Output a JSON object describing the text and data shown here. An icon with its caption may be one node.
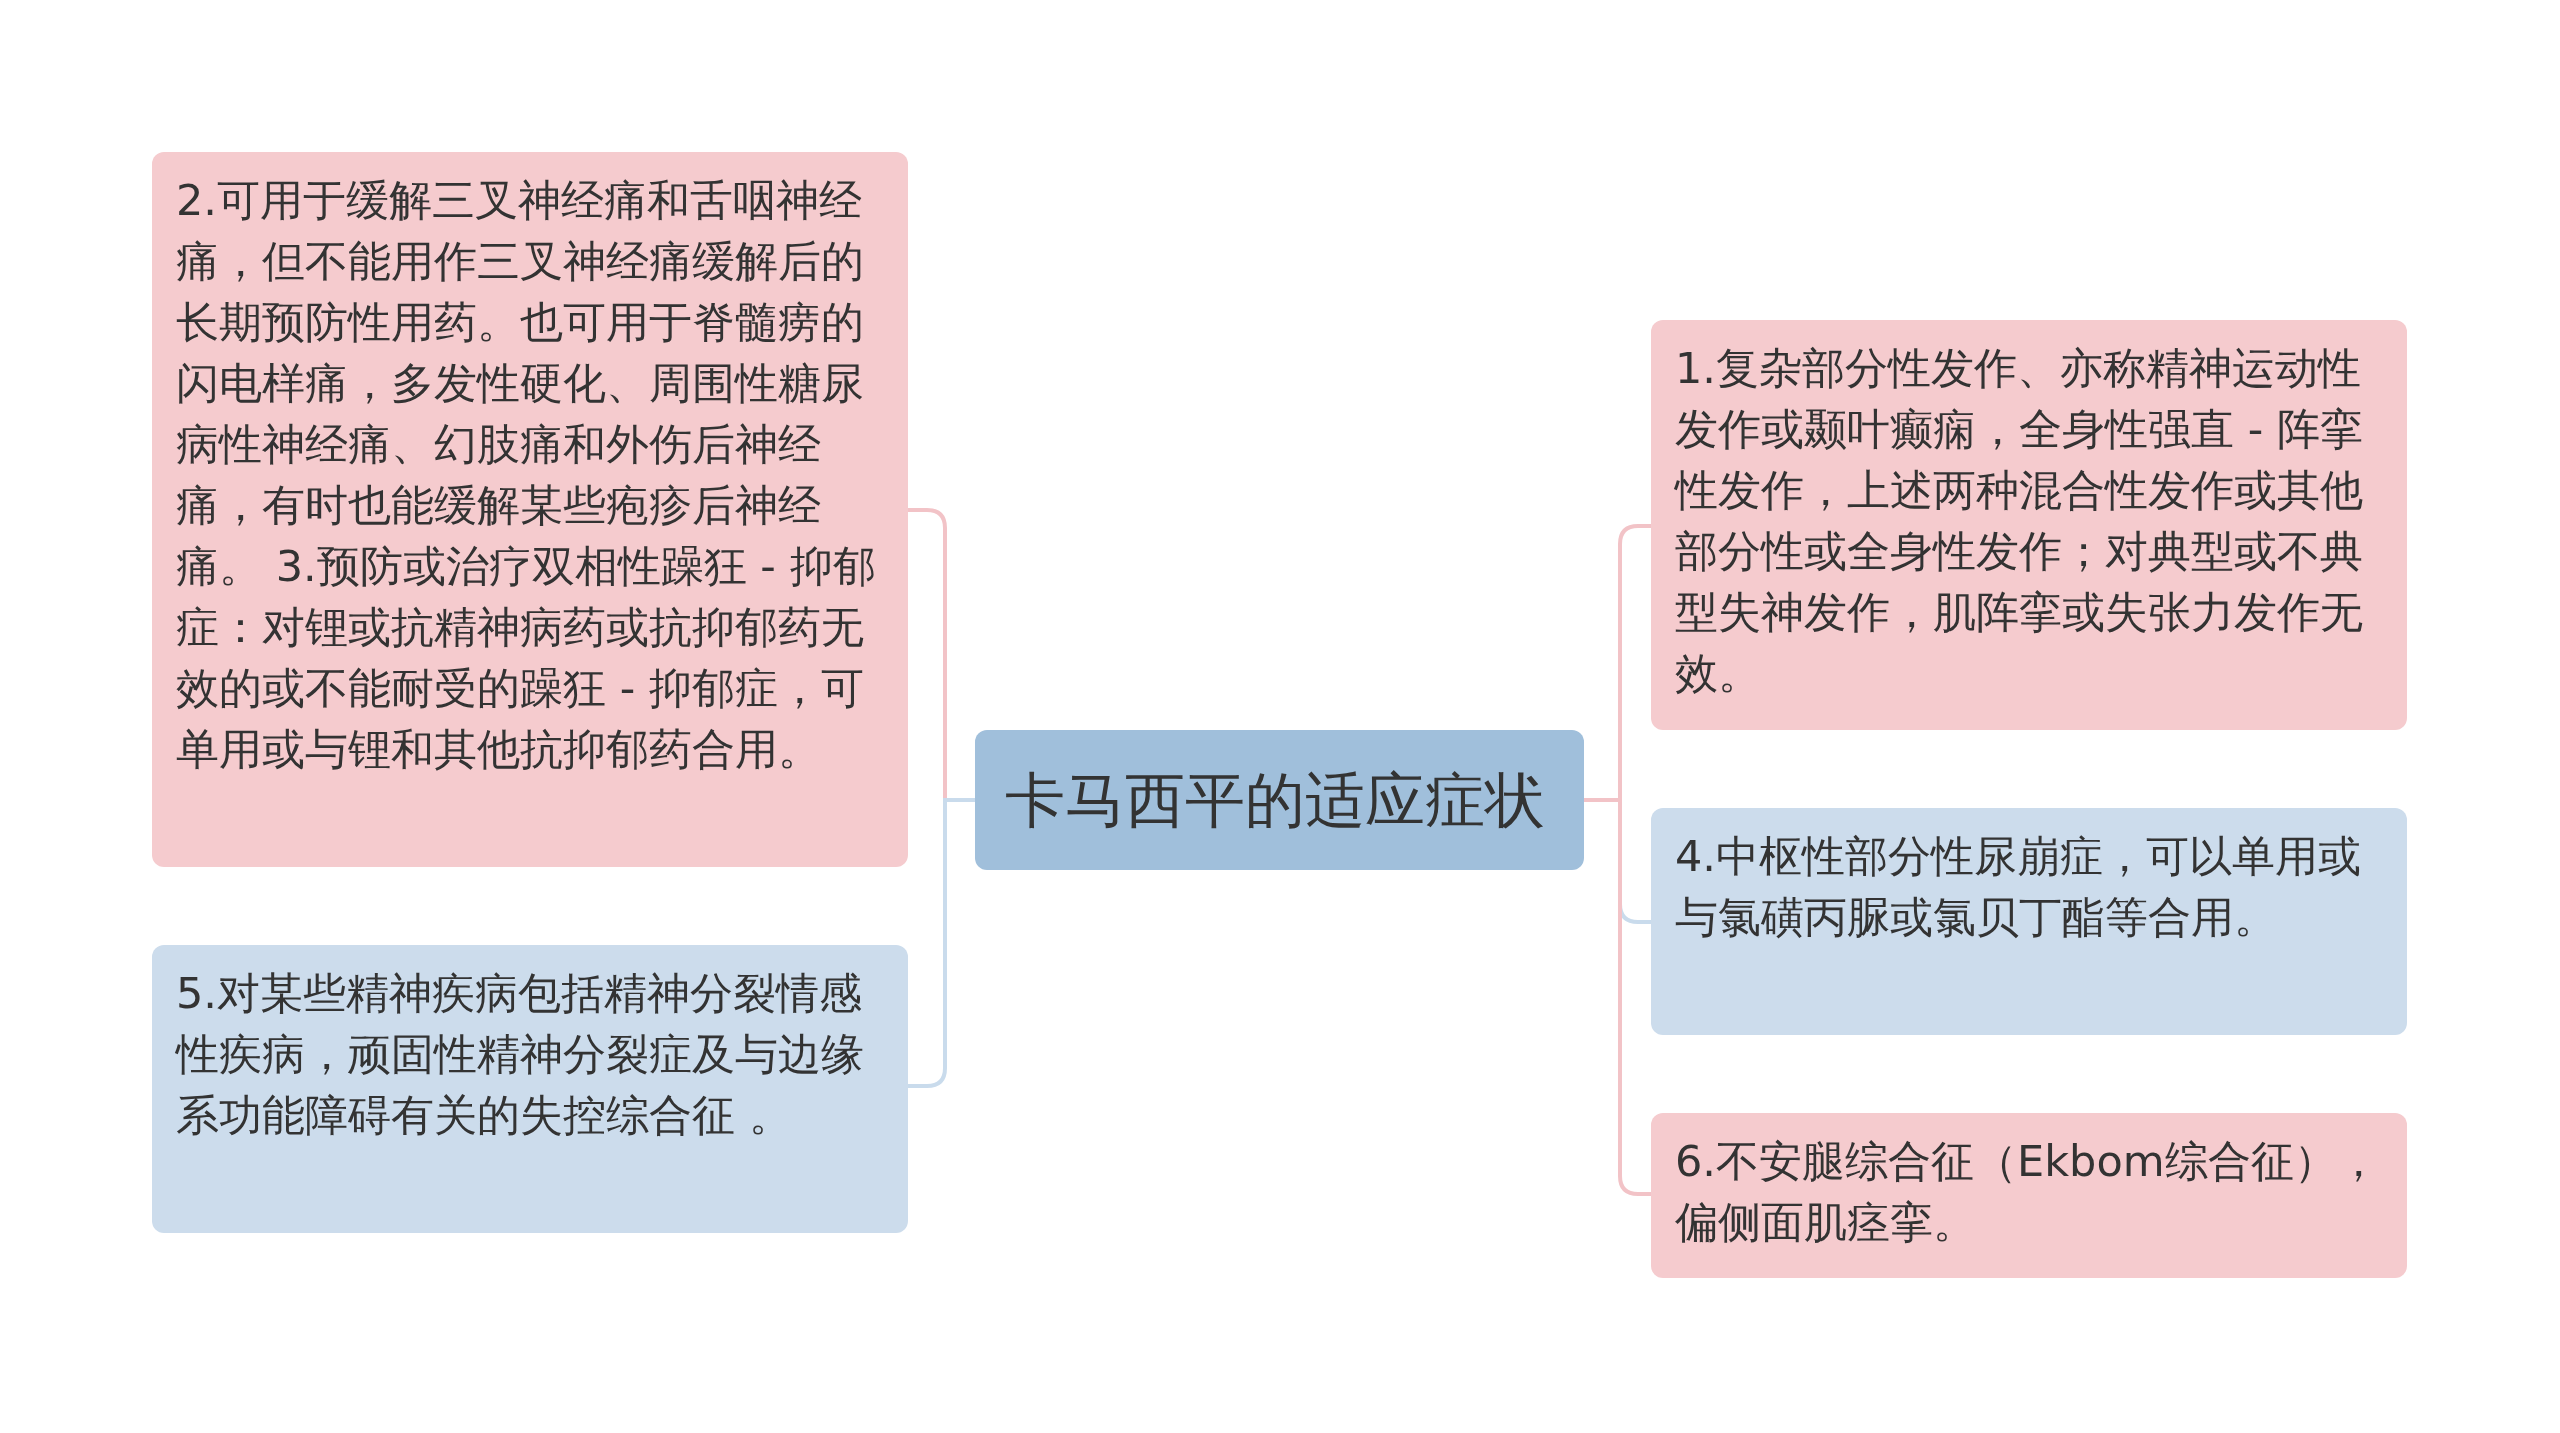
{
  "diagram": {
    "nodes": [
      {
        "text": [
          "卡马西平的适应症状"
        ]
      },
      {
        "text": [
          "2.可用于缓解三叉神经痛和舌咽神经痛，但不能用作三叉神经痛缓解后的长期预防性用药。也可用于脊髓痨的闪电样痛，多发性硬化、周围性糖尿病性神经痛、幻肢痛和外伤后神经痛，有时也能缓解某些疱疹后神经痛。 3.预防或治疗双相性躁狂 - 抑郁症：对锂或抗精神病药或抗抑郁药无效的或不能耐受的躁狂 - 抑郁症，可单用或与锂和其他抗抑郁药合用。"
        ]
      },
      {
        "text": [
          "5.对某些精神疾病包括精神分裂情感性疾病，顽固性精神分裂症及与边缘系功能障碍有关的失控综合征 。"
        ]
      },
      {
        "text": [
          "1.复杂部分性发作、亦称精神运动性发作或颞叶癫痫，全身性强直 - 阵挛性发作，上述两种混合性发作或其他部分性或全身性发作；对典型或不典型失神发作，肌阵挛或失张力发作无效。"
        ]
      },
      {
        "text": [
          "4.中枢性部分性尿崩症，可以单用或与氯磺丙脲或氯贝丁酯等合用。"
        ]
      },
      {
        "text": [
          "6.不安腿综合征（Ekbom综合征），偏侧面肌痉挛。"
        ]
      }
    ],
    "edges": [
      {
        "from": 0,
        "to": 1,
        "arrow": "none"
      },
      {
        "from": 0,
        "to": 2,
        "arrow": "none",
        "color": "#c9dbec"
      },
      {
        "from": 0,
        "to": 3,
        "arrow": "none"
      },
      {
        "from": 0,
        "to": 4,
        "arrow": "none",
        "color": "#c9dbec"
      },
      {
        "from": 0,
        "to": 5,
        "arrow": "none"
      }
    ]
  }
}
